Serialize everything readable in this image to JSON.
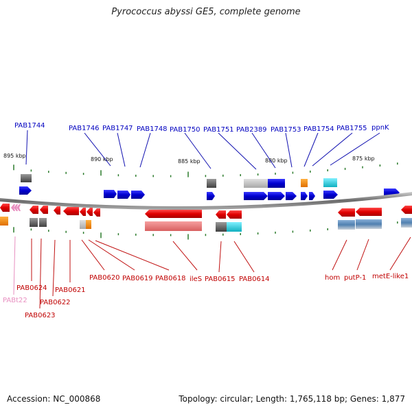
{
  "title": "Pyrococcus abyssi GE5, complete genome",
  "footer": {
    "accession": "Accession: NC_000868",
    "summary": "Topology: circular; Length: 1,765,118 bp; Genes: 1,877"
  },
  "scale_labels": [
    "895 kbp",
    "890 kbp",
    "885 kbp",
    "880 kbp",
    "875 kbp"
  ],
  "top_genes": [
    "PAB1744",
    "PAB1746",
    "PAB1747",
    "PAB1748",
    "PAB1750",
    "PAB1751",
    "PAB2389",
    "PAB1753",
    "PAB1754",
    "PAB1755",
    "ppnK"
  ],
  "bottom_genes": [
    "PAB0624",
    "PAB0623",
    "PAB0622",
    "PAB0621",
    "PAB0620",
    "PAB0619",
    "PAB0618",
    "ileS",
    "PAB0615",
    "PAB0614",
    "hom",
    "putP-1",
    "metE-like1"
  ],
  "trna_label": "PABt22",
  "colors": {
    "forward": "#0000e0",
    "reverse": "#e00000",
    "trna": "#e88fc0",
    "backbone": "#777777",
    "tick": "#2a7a2a",
    "gray_feature": "#666666",
    "orange_feature": "#f08a00",
    "cyan_feature": "#18c8d8",
    "steel_feature": "#4a7fb0"
  }
}
